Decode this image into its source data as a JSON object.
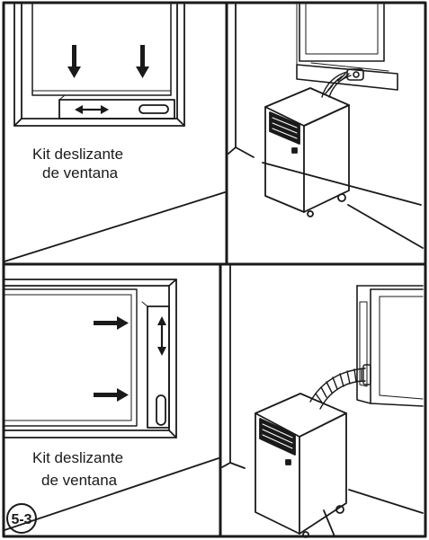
{
  "panels": {
    "top": {
      "caption_line1": "Kit deslizante",
      "caption_line2": "de ventana"
    },
    "bottom": {
      "caption_line1": "Kit deslizante",
      "caption_line2": "de ventana",
      "step_badge": "5-3"
    }
  },
  "colors": {
    "ink": "#1a1a1a",
    "paper": "#ffffff"
  }
}
